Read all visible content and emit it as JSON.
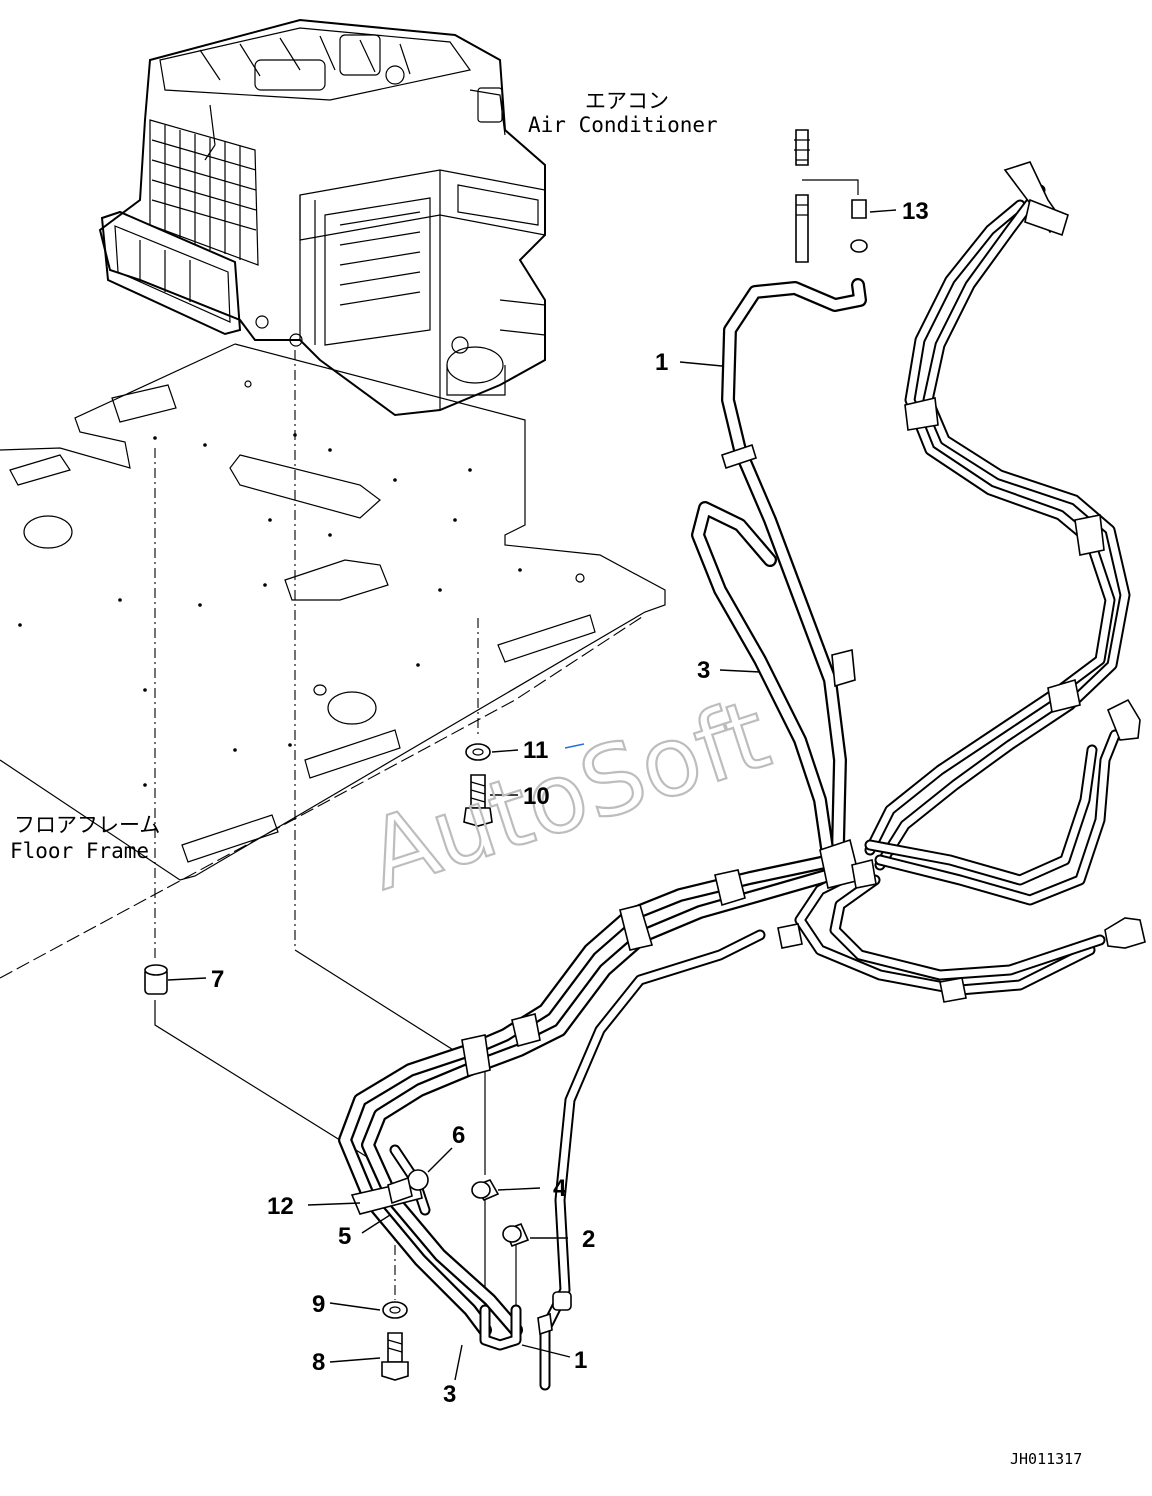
{
  "labels": {
    "air_conditioner_jp": "エアコン",
    "air_conditioner_en": "Air Conditioner",
    "floor_frame_jp": "フロアフレーム",
    "floor_frame_en": "Floor Frame"
  },
  "callouts": [
    {
      "id": "c1a",
      "text": "1"
    },
    {
      "id": "c13",
      "text": "13"
    },
    {
      "id": "c3a",
      "text": "3"
    },
    {
      "id": "c11",
      "text": "11"
    },
    {
      "id": "c10",
      "text": "10"
    },
    {
      "id": "c7",
      "text": "7"
    },
    {
      "id": "c6",
      "text": "6"
    },
    {
      "id": "c4",
      "text": "4"
    },
    {
      "id": "c12",
      "text": "12"
    },
    {
      "id": "c5",
      "text": "5"
    },
    {
      "id": "c2",
      "text": "2"
    },
    {
      "id": "c9",
      "text": "9"
    },
    {
      "id": "c8",
      "text": "8"
    },
    {
      "id": "c1b",
      "text": "1"
    },
    {
      "id": "c3b",
      "text": "3"
    }
  ],
  "drawing_ref": "JH011317",
  "watermark": "AutoSoft"
}
